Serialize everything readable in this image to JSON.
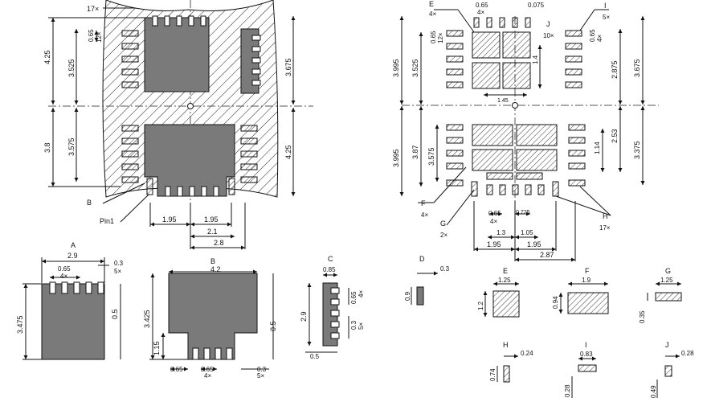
{
  "colors": {
    "body_fill": "#7a7a7a",
    "hatch": "#222222",
    "line": "#111111"
  },
  "top_left_view": {
    "count_17": "17×",
    "dims": {
      "total_top": "4.25",
      "total_bottom": "3.8",
      "upper_inner": "3.525",
      "lower_inner": "3.575",
      "right_upper": "3.675",
      "right_lower": "4.25",
      "pitch": "0.65",
      "pitch_count": "12×",
      "bottom_1": "1.95",
      "bottom_2": "1.95",
      "bottom_3": "2.1",
      "bottom_4": "2.8"
    },
    "label_b": "B",
    "label_pin1": "Pin1"
  },
  "top_right_view": {
    "label_e": "E",
    "count_e": "4×",
    "label_j": "J",
    "count_j": "10×",
    "label_i": "I",
    "count_i": "5×",
    "label_f": "F",
    "count_f": "4×",
    "label_g": "G",
    "count_g": "2×",
    "label_h": "H",
    "count_h": "17×",
    "dims": {
      "top_pitch": "0.65",
      "top_pitch_count": "4×",
      "top_gap": "0.075",
      "left_pitch": "0.65",
      "left_pitch_count": "12×",
      "right_pitch": "0.65",
      "right_pitch_count": "4×",
      "left_upper_outer": "3.995",
      "left_lower_outer": "3.995",
      "left_upper_inner": "3.525",
      "left_lower_inner": "3.87",
      "left_lower_mid": "3.575",
      "right_upper_outer": "3.675",
      "right_upper_inner": "2.875",
      "right_lower_outer": "3.375",
      "right_lower_inner": "2.53",
      "center_w": "1.45",
      "center_h": "1.4",
      "center_h2": "1.14",
      "bottom_pitch": "0.65",
      "bottom_pitch_count": "4×",
      "bottom_small": "0.725",
      "bottom_a": "1.3",
      "bottom_b": "1.05",
      "bottom_c": "1.95",
      "bottom_d": "1.95",
      "bottom_e": "2.87"
    }
  },
  "detail_a": {
    "title": "A",
    "w": "2.9",
    "pitch": "0.65",
    "count": "4×",
    "gap": "0.3",
    "gap_count": "5×",
    "h": "3.475",
    "side": "0.5"
  },
  "detail_b": {
    "title": "B",
    "w": "4.2",
    "h": "3.425",
    "side": "1.15",
    "right": "0.5",
    "p1": "0.65",
    "p2": "0.65",
    "count": "4×",
    "gap": "0.3",
    "gap_count": "5×"
  },
  "detail_c": {
    "title": "C",
    "w": "0.85",
    "h": "2.9",
    "pitch": "0.65",
    "count": "4×",
    "gap": "0.3",
    "gap_count": "5×",
    "bottom": "0.5"
  },
  "detail_d": {
    "title": "D",
    "w": "0.3",
    "h": "0.9"
  },
  "detail_e": {
    "title": "E",
    "w": "1.25",
    "h": "1.2"
  },
  "detail_f": {
    "title": "F",
    "w": "1.9",
    "h": "0.94"
  },
  "detail_g": {
    "title": "G",
    "w": "1.25",
    "h": "0.35"
  },
  "detail_h": {
    "title": "H",
    "w": "0.24",
    "h": "0.74"
  },
  "detail_i": {
    "title": "I",
    "w": "0.83",
    "h": "0.28"
  },
  "detail_j": {
    "title": "J",
    "w": "0.28",
    "h": "0.49"
  }
}
